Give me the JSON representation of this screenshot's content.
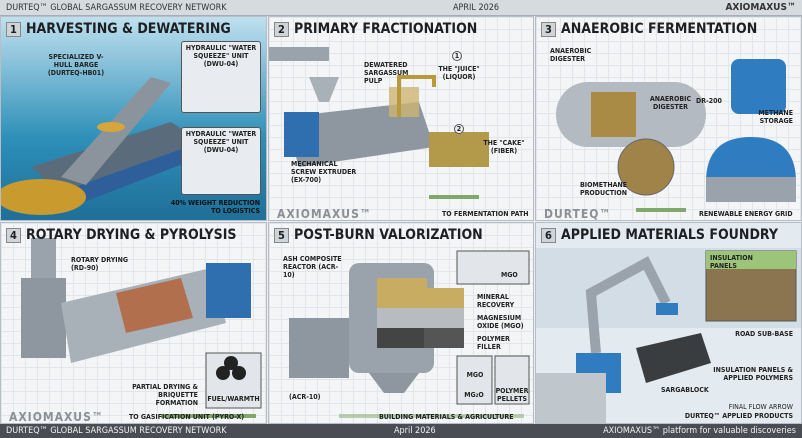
{
  "header": {
    "left": "DURTEQ™ GLOBAL SARGASSUM RECOVERY NETWORK",
    "center": "APRIL 2026",
    "right": "AXIOMAXUS™"
  },
  "footer": {
    "left": "DURTEQ™ GLOBAL SARGASSUM RECOVERY NETWORK",
    "center": "April 2026",
    "right": "AXIOMAXUS™ platform for valuable discoveries"
  },
  "panels": [
    {
      "num": "1",
      "title": "HARVESTING & DEWATERING",
      "labels": {
        "barge": "SPECIALIZED V-HULL BARGE (DURTEQ-HB01)",
        "unit1": "HYDRAULIC \"WATER SQUEEZE\" UNIT (DWU-04)",
        "unit2": "HYDRAULIC \"WATER SQUEEZE\" UNIT (DWU-04)",
        "out": "40% WEIGHT REDUCTION TO LOGISTICS"
      }
    },
    {
      "num": "2",
      "title": "PRIMARY FRACTIONATION",
      "labels": {
        "pulp": "DEWATERED SARGASSUM PULP",
        "juice": "THE \"JUICE\" (LIQUOR)",
        "cake": "THE \"CAKE\" (FIBER)",
        "extruder": "MECHANICAL SCREW EXTRUDER (EX-700)",
        "out": "TO FERMENTATION PATH",
        "step1": "1",
        "step2": "2"
      },
      "logo": "AXIOMAXUS™"
    },
    {
      "num": "3",
      "title": "ANAEROBIC FERMENTATION",
      "labels": {
        "digester": "ANAEROBIC DIGESTER",
        "tank": "ANAEROBIC DIGESTER",
        "model": "DR-200",
        "storage": "METHANE STORAGE",
        "bio": "BIOMETHANE PRODUCTION",
        "out": "RENEWABLE ENERGY GRID"
      },
      "logo": "DURTEQ™"
    },
    {
      "num": "4",
      "title": "ROTARY DRYING & PYROLYSIS",
      "labels": {
        "dryer": "ROTARY DRYING (RD-90)",
        "partial": "PARTIAL DRYING & BRIQUETTE FORMATION",
        "fuel": "FUEL/WARMTH",
        "out": "TO GASIFICATION UNIT (PYRO-X)"
      },
      "logo": "AXIOMAXUS™"
    },
    {
      "num": "5",
      "title": "POST-BURN VALORIZATION",
      "labels": {
        "reactor": "ASH COMPOSITE REACTOR (ACR-10)",
        "reactor2": "(ACR-10)",
        "mineral": "MINERAL RECOVERY",
        "mgo": "MAGNESIUM OXIDE (MgO)",
        "polymer": "POLYMER FILLER",
        "jar": "Mg₂O",
        "jar_label": "MgO",
        "jar_top": "MgO",
        "pellets": "POLYMER PELLETS",
        "out": "BUILDING MATERIALS & AGRICULTURE"
      }
    },
    {
      "num": "6",
      "title": "APPLIED MATERIALS FOUNDRY",
      "labels": {
        "insulation": "INSULATION PANELS",
        "road": "ROAD SUB-BASE",
        "panels": "INSULATION PANELS & APPLIED POLYMERS",
        "block": "SARGABLOCK",
        "final1": "FINAL FLOW ARROW",
        "final2": "DURTEQ™ APPLIED PRODUCTS"
      }
    }
  ],
  "colors": {
    "accent_blue": "#2f6fb0",
    "flow_green": "#7fa86a",
    "header_bg": "#d6dbe0",
    "footer_bg": "#4a4e54"
  }
}
